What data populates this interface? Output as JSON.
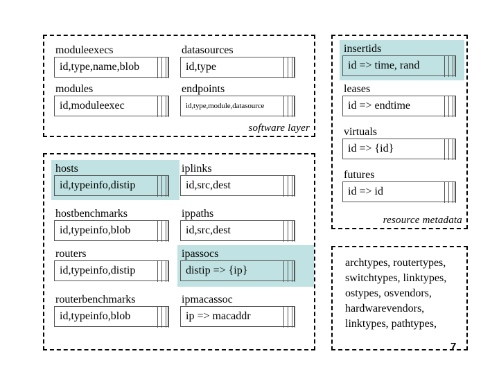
{
  "slide": {
    "page_number": "7",
    "highlight_color": "#c0e2e2"
  },
  "panels": {
    "software": {
      "caption": "software layer",
      "entities": [
        {
          "label": "moduleexecs",
          "fields": "id,type,name,blob",
          "highlighted": false
        },
        {
          "label": "datasources",
          "fields": "id,type",
          "highlighted": false
        },
        {
          "label": "modules",
          "fields": "id,moduleexec",
          "highlighted": false
        },
        {
          "label": "endpoints",
          "fields": "id,type,module,datasource",
          "highlighted": false
        }
      ]
    },
    "network": {
      "caption": "",
      "entities": [
        {
          "label": "hosts",
          "fields": "id,typeinfo,distip",
          "highlighted": true
        },
        {
          "label": "iplinks",
          "fields": "id,src,dest",
          "highlighted": false
        },
        {
          "label": "hostbenchmarks",
          "fields": "id,typeinfo,blob",
          "highlighted": false
        },
        {
          "label": "ippaths",
          "fields": "id,src,dest",
          "highlighted": false
        },
        {
          "label": "routers",
          "fields": "id,typeinfo,distip",
          "highlighted": false
        },
        {
          "label": "ipassocs",
          "fields": "distip => {ip}",
          "highlighted": true
        },
        {
          "label": "routerbenchmarks",
          "fields": "id,typeinfo,blob",
          "highlighted": false
        },
        {
          "label": "ipmacassoc",
          "fields": "ip => macaddr",
          "highlighted": false
        }
      ]
    },
    "resource": {
      "caption": "resource metadata",
      "entities": [
        {
          "label": "insertids",
          "fields": "id => time, rand",
          "highlighted": true
        },
        {
          "label": "leases",
          "fields": "id => endtime",
          "highlighted": false
        },
        {
          "label": "virtuals",
          "fields": "id => {id}",
          "highlighted": false
        },
        {
          "label": "futures",
          "fields": "id => id",
          "highlighted": false
        }
      ]
    },
    "types": {
      "lines": [
        "archtypes, routertypes,",
        "switchtypes, linktypes,",
        "ostypes, osvendors,",
        "hardwarevendors,",
        "linktypes, pathtypes,"
      ]
    }
  }
}
